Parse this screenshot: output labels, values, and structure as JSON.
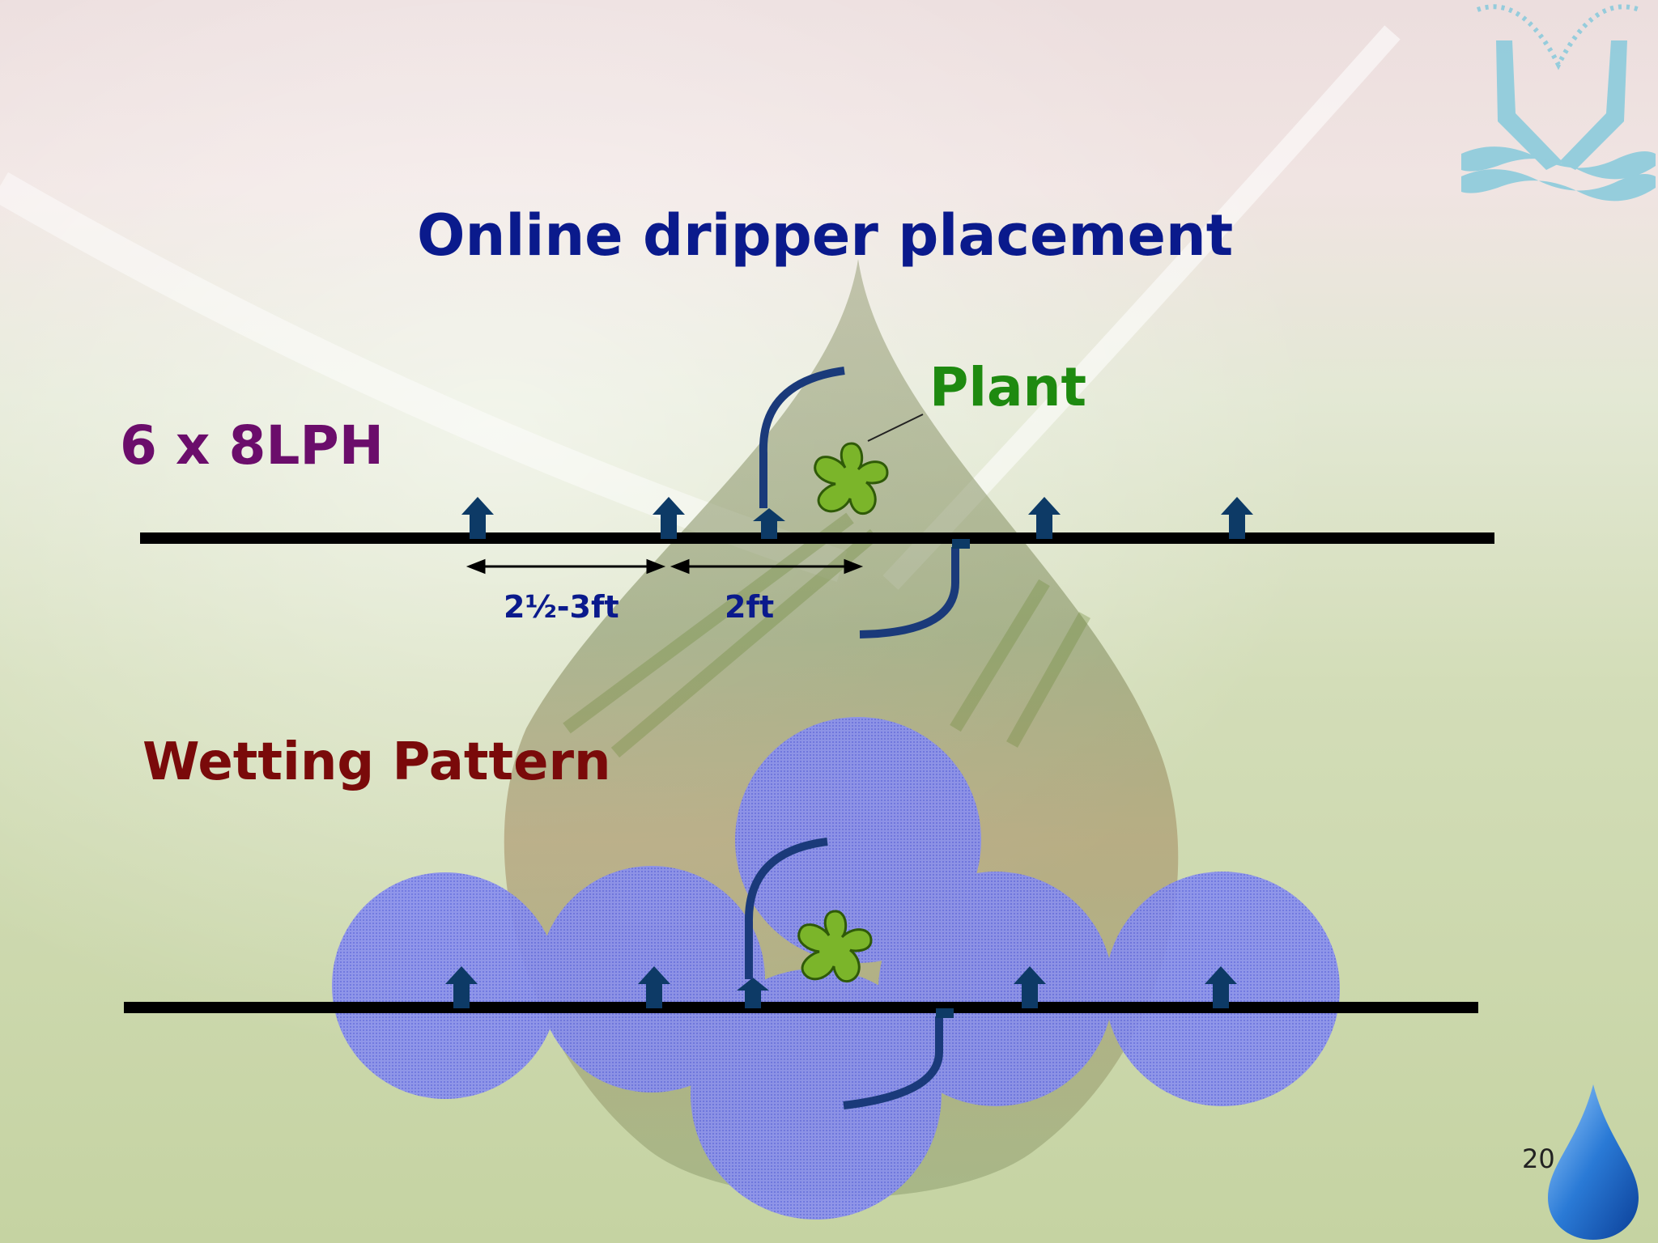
{
  "title": "Online dripper placement",
  "spec_label": "6 x 8LPH",
  "plant_label": "Plant",
  "wetting_label": "Wetting Pattern",
  "dimensions": {
    "emitter_spacing": "2½-3ft",
    "plant_offset": "2ft"
  },
  "page_number": "20",
  "colors": {
    "title": "#0a1a8c",
    "spec": "#6b0d6b",
    "plant": "#1e8a10",
    "wetting": "#7a0a0a",
    "dimension": "#0a1a8c",
    "pipe": "#000000",
    "emitter": "#0d3a66",
    "wetted_area": "#7f86ec",
    "plant_fill": "#7bb52a"
  },
  "icons": [
    "hands-water-logo-icon",
    "water-drop-icon",
    "plant-icon",
    "emitter-arrow-icon",
    "microtube-icon"
  ]
}
